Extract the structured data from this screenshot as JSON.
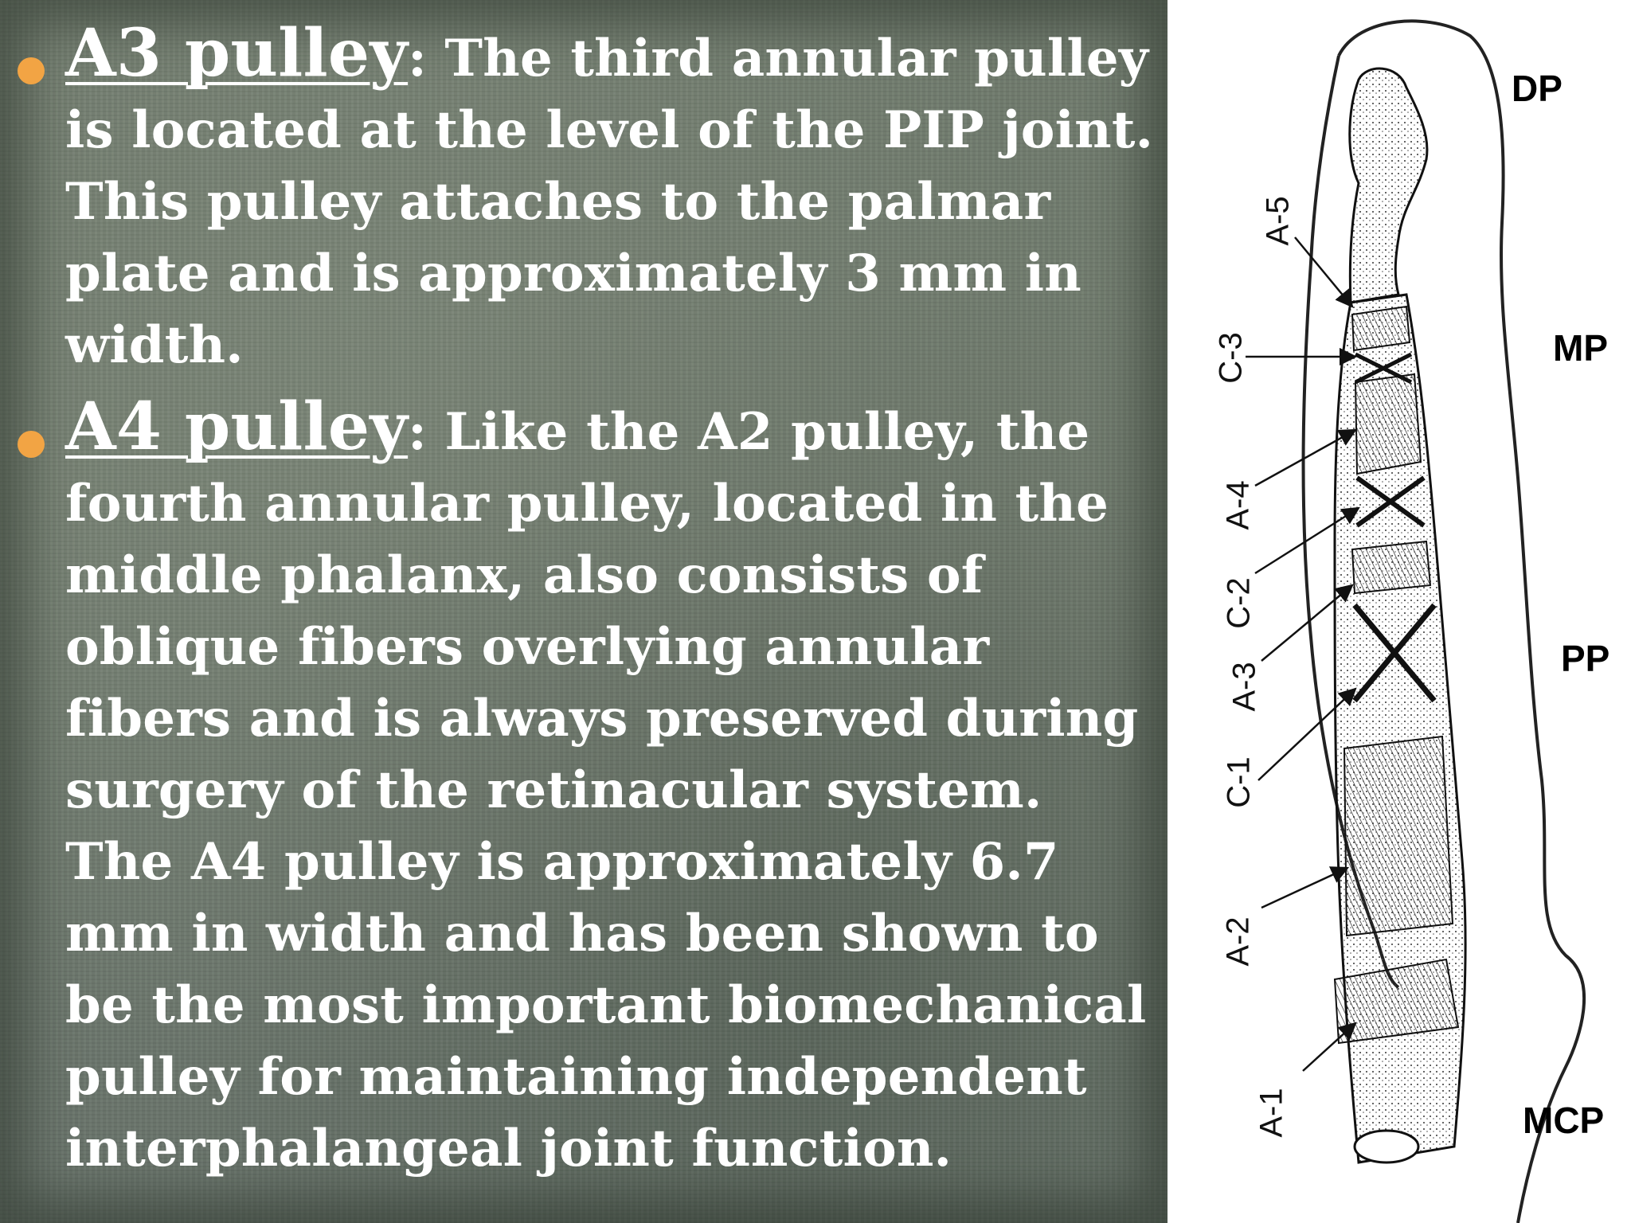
{
  "slide": {
    "items": [
      {
        "heading": "A3 pulley",
        "text": ": The third annular pulley is located at the level of the PIP joint. This pulley attaches to the palmar plate and is approximately 3 mm in width."
      },
      {
        "heading": "A4 pulley",
        "text": ": Like the A2 pulley, the fourth annular pulley, located in the middle phalanx, also consists of oblique fibers overlying annular fibers and is always preserved during surgery of the retinacular system. The A4 pulley is approximately 6.7 mm in width and has been shown to be the most important biomechanical pulley for maintaining independent interphalangeal joint function."
      }
    ]
  },
  "figure": {
    "regions": [
      "DP",
      "MP",
      "PP",
      "MCP"
    ],
    "pulleys": [
      "A-5",
      "C-3",
      "A-4",
      "C-2",
      "A-3",
      "C-1",
      "A-2",
      "A-1"
    ]
  },
  "colors": {
    "bullet": "#f2a444",
    "text": "#ffffff",
    "background": "#6f7a6c"
  }
}
